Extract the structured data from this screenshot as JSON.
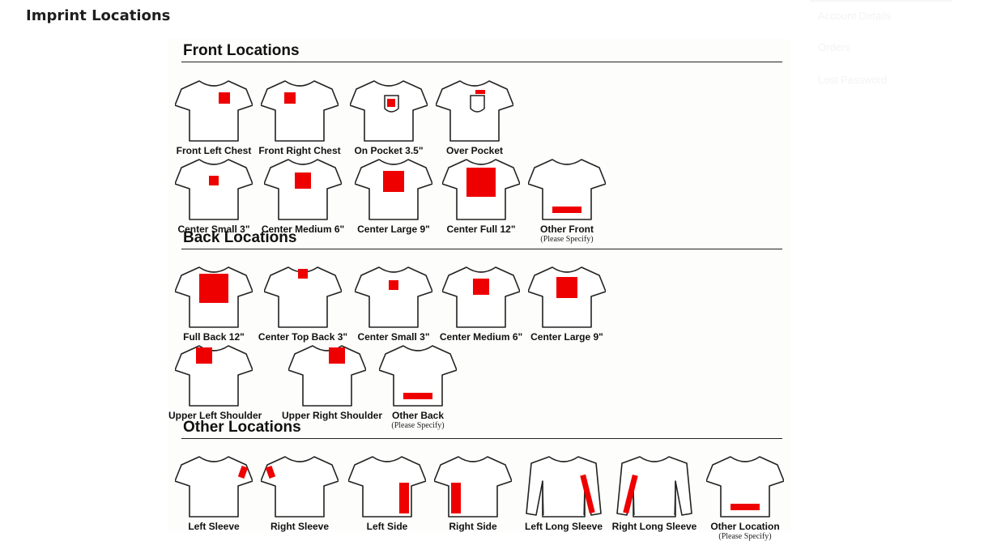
{
  "page": {
    "title": "Imprint Locations"
  },
  "account_nav": {
    "items": [
      "Account Details",
      "Orders",
      "Lost Password"
    ]
  },
  "imprint_chart": {
    "sections": [
      {
        "id": "front",
        "heading": "Front Locations"
      },
      {
        "id": "back",
        "heading": "Back Locations"
      },
      {
        "id": "other",
        "heading": "Other Locations"
      }
    ],
    "imprint_color": "#ee0000",
    "please_specify": "(Please Specify)",
    "front": [
      {
        "label": "Front Left Chest",
        "icon": "tshirt-front-left-chest-icon"
      },
      {
        "label": "Front Right Chest",
        "icon": "tshirt-front-right-chest-icon"
      },
      {
        "label": "On Pocket 3.5\"",
        "icon": "tshirt-on-pocket-icon"
      },
      {
        "label": "Over Pocket",
        "icon": "tshirt-over-pocket-icon"
      },
      {
        "label": "Center Small 3\"",
        "icon": "tshirt-center-small-icon"
      },
      {
        "label": "Center Medium 6\"",
        "icon": "tshirt-center-medium-icon"
      },
      {
        "label": "Center Large 9\"",
        "icon": "tshirt-center-large-icon"
      },
      {
        "label": "Center Full 12\"",
        "icon": "tshirt-center-full-icon"
      },
      {
        "label": "Other Front",
        "icon": "tshirt-other-front-icon"
      }
    ],
    "back": [
      {
        "label": "Full Back 12\"",
        "icon": "tshirt-full-back-icon"
      },
      {
        "label": "Center Top Back 3\"",
        "icon": "tshirt-center-top-back-icon"
      },
      {
        "label": "Center Small 3\"",
        "icon": "tshirt-back-center-small-icon"
      },
      {
        "label": "Center Medium 6\"",
        "icon": "tshirt-back-center-medium-icon"
      },
      {
        "label": "Center Large 9\"",
        "icon": "tshirt-back-center-large-icon"
      },
      {
        "label": "Upper Left Shoulder",
        "icon": "tshirt-upper-left-shoulder-icon"
      },
      {
        "label": "Upper Right Shoulder",
        "icon": "tshirt-upper-right-shoulder-icon"
      },
      {
        "label": "Other Back",
        "icon": "tshirt-other-back-icon"
      }
    ],
    "other": [
      {
        "label": "Left Sleeve",
        "icon": "tshirt-left-sleeve-icon"
      },
      {
        "label": "Right Sleeve",
        "icon": "tshirt-right-sleeve-icon"
      },
      {
        "label": "Left Side",
        "icon": "tshirt-left-side-icon"
      },
      {
        "label": "Right Side",
        "icon": "tshirt-right-side-icon"
      },
      {
        "label": "Left Long Sleeve",
        "icon": "longsleeve-left-sleeve-icon"
      },
      {
        "label": "Right Long Sleeve",
        "icon": "longsleeve-right-sleeve-icon"
      },
      {
        "label": "Other Location",
        "icon": "tshirt-other-location-icon"
      }
    ]
  }
}
